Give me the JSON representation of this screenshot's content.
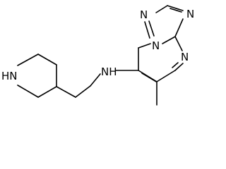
{
  "atoms": {
    "n_triazole_top": "N",
    "n_triazole_left": "N",
    "n_bridge": "N",
    "n_pyrimidine": "N",
    "amine_nh": "NH",
    "piperidine_nh": "HN"
  },
  "colors": {
    "bond": "#000000",
    "label": "#000000",
    "background": "#ffffff"
  }
}
